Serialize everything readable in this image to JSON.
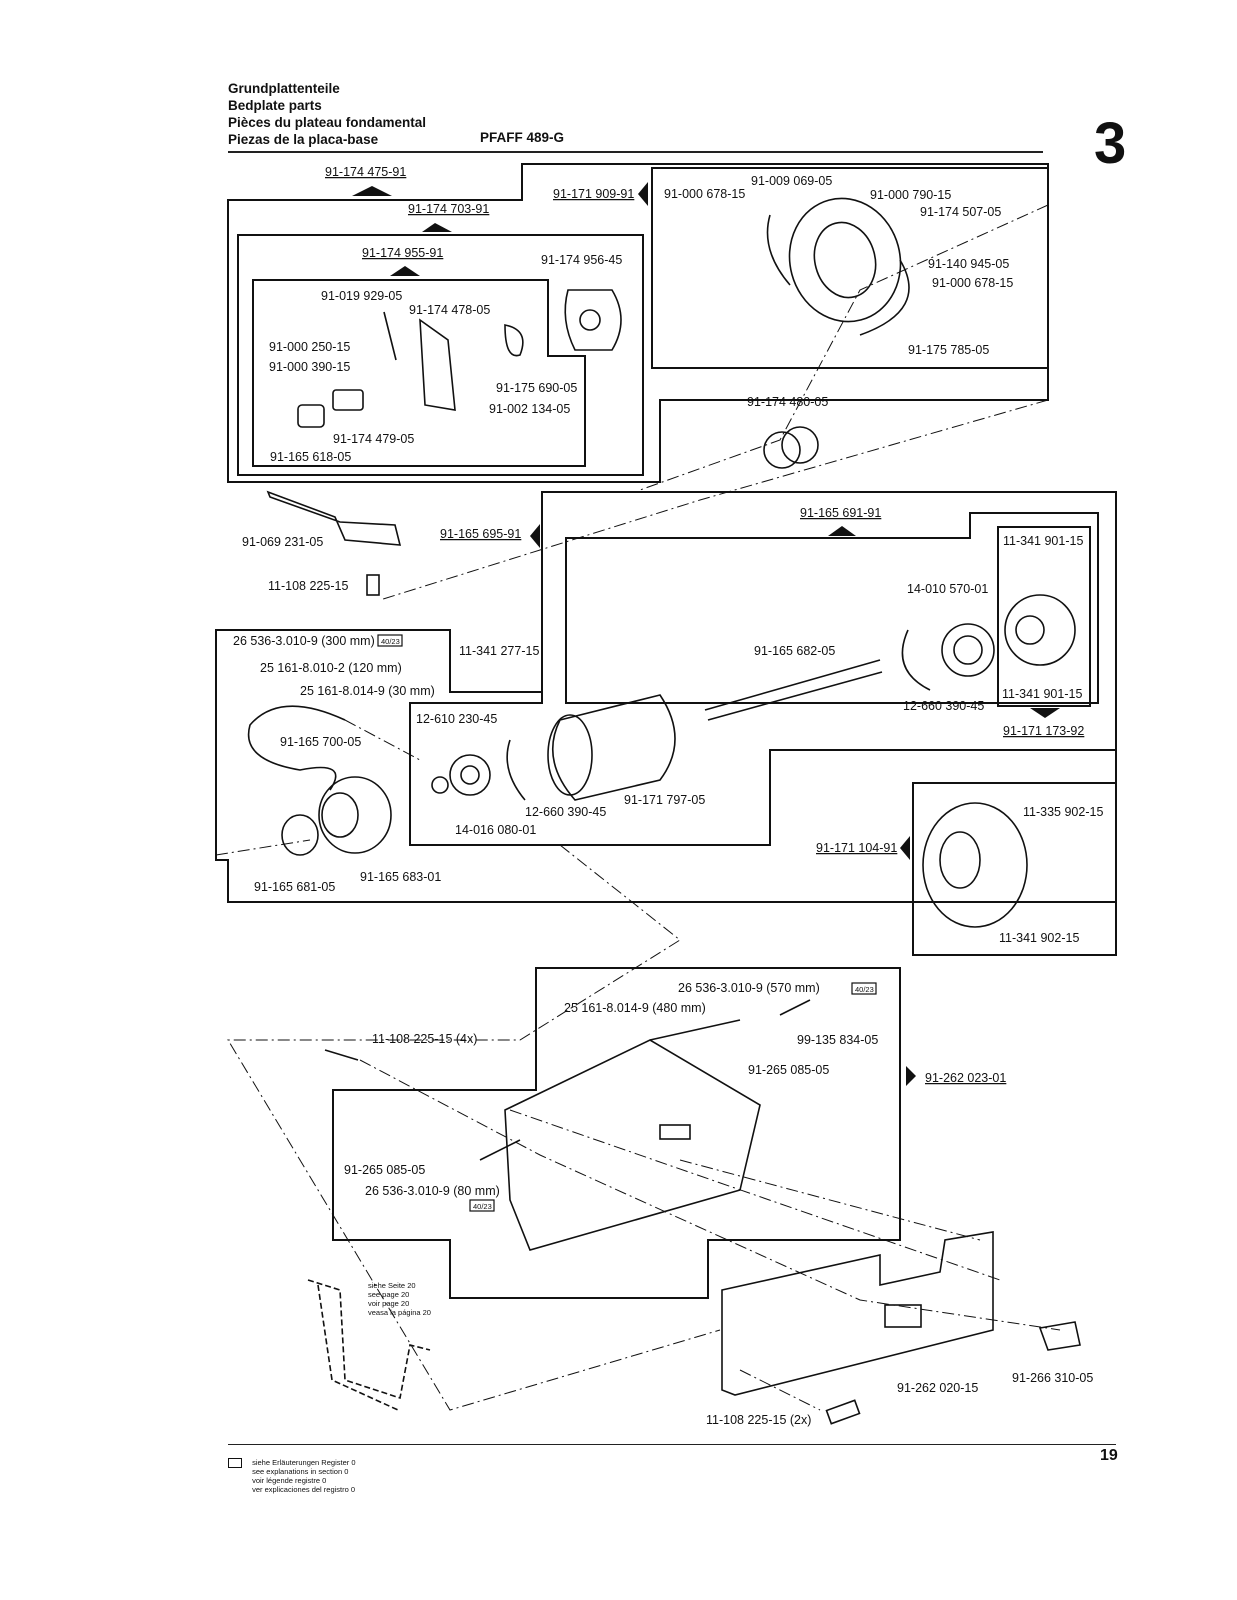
{
  "header": {
    "titles": [
      "Grundplattenteile",
      "Bedplate parts",
      "Pièces du plateau fondamental",
      "Piezas de la placa-base"
    ],
    "model": "PFAFF 489-G",
    "section_number": "3"
  },
  "assemblies": [
    "91-174 475-91",
    "91-174 703-91",
    "91-174 955-91",
    "91-171 909-91",
    "91-165 695-91",
    "91-165 691-91",
    "91-171 173-92",
    "91-171 104-91",
    "91-262 023-01"
  ],
  "parts": [
    "91-009 069-05",
    "91-000 678-15",
    "91-000 790-15",
    "91-174 507-05",
    "91-140 945-05",
    "91-000 678-15",
    "91-175 785-05",
    "91-174 956-45",
    "91-019 929-05",
    "91-174 478-05",
    "91-000 250-15",
    "91-000 390-15",
    "91-175 690-05",
    "91-002 134-05",
    "91-174 479-05",
    "91-165 618-05",
    "91-174 480-05",
    "91-069 231-05",
    "11-108 225-15",
    "11-341 901-15",
    "14-010 570-01",
    "11-341 901-15",
    "91-165 682-05",
    "12-660 390-45",
    "11-341 277-15",
    "26 536-3.010-9 (300 mm)",
    "25 161-8.010-2 (120 mm)",
    "25 161-8.014-9 (30 mm)",
    "91-165 700-05",
    "12-610 230-45",
    "12-660 390-45",
    "91-171 797-05",
    "14-016 080-01",
    "91-165 681-05",
    "91-165 683-01",
    "11-335 902-15",
    "11-341 902-15",
    "26 536-3.010-9 (570 mm)",
    "25 161-8.014-9 (480 mm)",
    "11-108 225-15 (4x)",
    "99-135 834-05",
    "91-265 085-05",
    "91-265 085-05",
    "26 536-3.010-9 (80 mm)",
    "91-262 020-15",
    "91-266 310-05",
    "11-108 225-15 (2x)"
  ],
  "register_ref": "40/23",
  "see_page": [
    "siehe Seite 20",
    "see page 20",
    "voir page 20",
    "veasa la página 20"
  ],
  "footer": {
    "legend": [
      "siehe Erläuterungen Register 0",
      "see explanations in section 0",
      "voir légende registre 0",
      "ver explicaciones del registro 0"
    ],
    "page_number": "19"
  }
}
